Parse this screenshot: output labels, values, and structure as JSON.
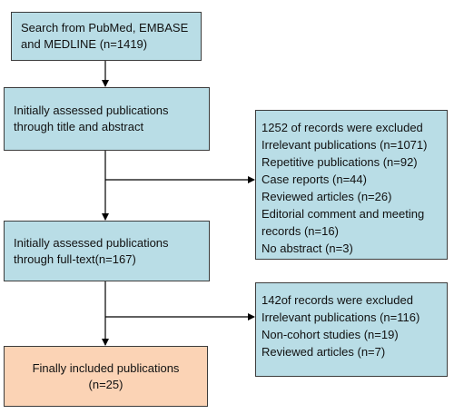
{
  "boxes": {
    "search": {
      "lines": [
        "Search from PubMed, EMBASE",
        "and MEDLINE (n=1419)"
      ]
    },
    "title_abstract": {
      "lines": [
        "Initially assessed publications",
        "through title and abstract"
      ]
    },
    "excluded_first": {
      "lines": [
        "1252 of records were excluded",
        "Irrelevant publications (n=1071)",
        "Repetitive publications (n=92)",
        "Case reports (n=44)",
        "Reviewed articles (n=26)",
        "Editorial comment and meeting",
        "records (n=16)",
        "No abstract (n=3)"
      ]
    },
    "full_text": {
      "lines": [
        "Initially assessed publications",
        "through full-text(n=167)"
      ]
    },
    "excluded_second": {
      "lines": [
        "142of records were excluded",
        "Irrelevant publications (n=116)",
        "Non-cohort studies (n=19)",
        "Reviewed articles (n=7)"
      ]
    },
    "final": {
      "lines": [
        "Finally included publications",
        "(n=25)"
      ]
    }
  },
  "colors": {
    "box_blue": "#b9dde6",
    "box_final": "#fbd3b5",
    "border": "#3c3c3c",
    "arrow": "#000000"
  }
}
